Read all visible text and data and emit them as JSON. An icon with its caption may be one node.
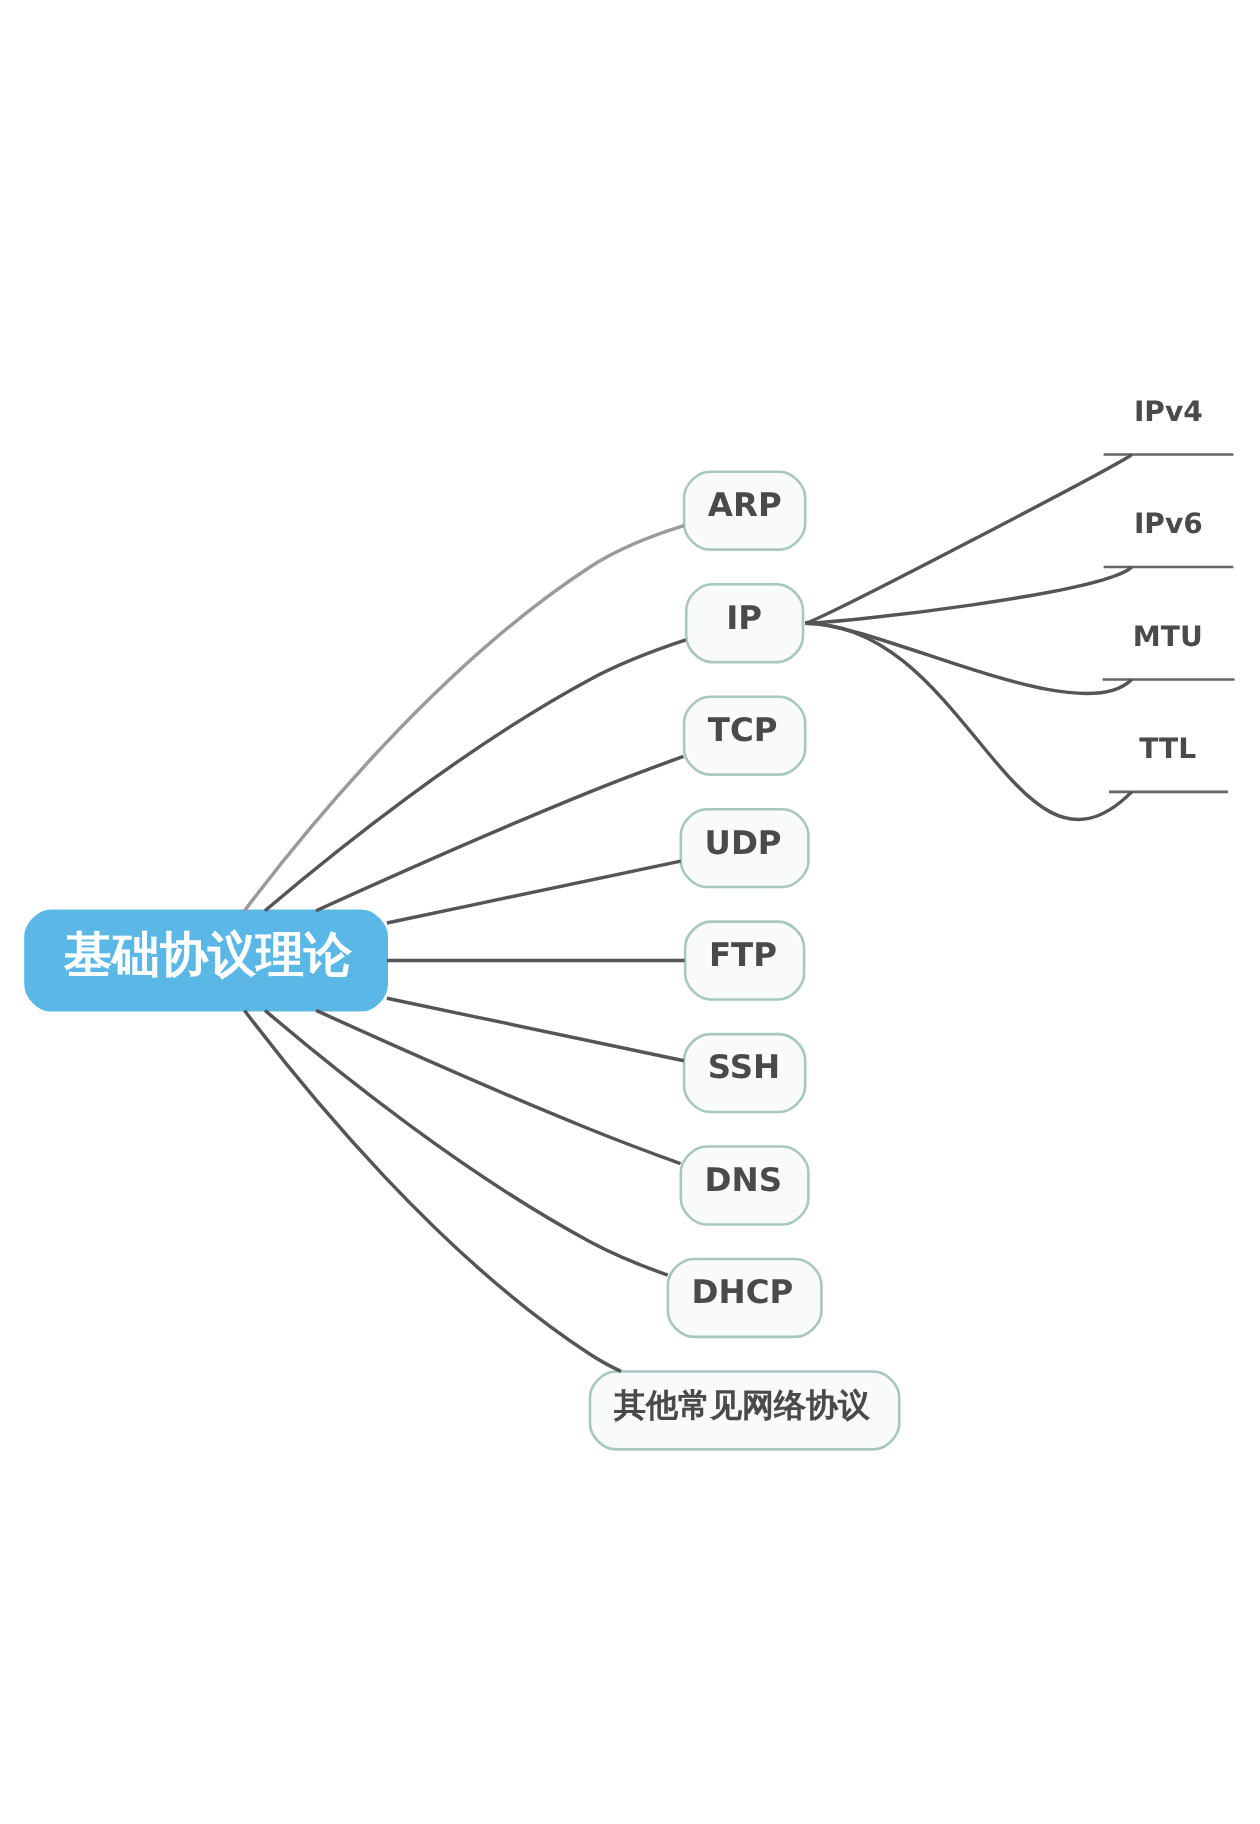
{
  "diagram": {
    "nodes": [
      {
        "text": [
          "基础协议理论"
        ]
      },
      {
        "text": [
          "ARP"
        ]
      },
      {
        "text": [
          "IP"
        ]
      },
      {
        "text": [
          "IPv4"
        ]
      },
      {
        "text": [
          "IPv6"
        ]
      },
      {
        "text": [
          "MTU"
        ]
      },
      {
        "text": [
          "TTL"
        ]
      },
      {
        "text": [
          "TCP"
        ]
      },
      {
        "text": [
          "UDP"
        ]
      },
      {
        "text": [
          "FTP"
        ]
      },
      {
        "text": [
          "SSH"
        ]
      },
      {
        "text": [
          "DNS"
        ]
      },
      {
        "text": [
          "DHCP"
        ]
      },
      {
        "text": [
          "其他常见网络协议"
        ]
      }
    ],
    "edges": [
      {
        "from": 0,
        "to": 1,
        "arrow": "none",
        "color": "#9a9a9a"
      },
      {
        "from": 0,
        "to": 2,
        "arrow": "none"
      },
      {
        "from": 2,
        "to": 3,
        "arrow": "none"
      },
      {
        "from": 2,
        "to": 4,
        "arrow": "none"
      },
      {
        "from": 2,
        "to": 5,
        "arrow": "none"
      },
      {
        "from": 2,
        "to": 6,
        "arrow": "none"
      },
      {
        "from": 0,
        "to": 7,
        "arrow": "none"
      },
      {
        "from": 0,
        "to": 8,
        "arrow": "none"
      },
      {
        "from": 0,
        "to": 9,
        "arrow": "none"
      },
      {
        "from": 0,
        "to": 10,
        "arrow": "none"
      },
      {
        "from": 0,
        "to": 11,
        "arrow": "none"
      },
      {
        "from": 0,
        "to": 12,
        "arrow": "none"
      },
      {
        "from": 0,
        "to": 13,
        "arrow": "none"
      }
    ]
  }
}
